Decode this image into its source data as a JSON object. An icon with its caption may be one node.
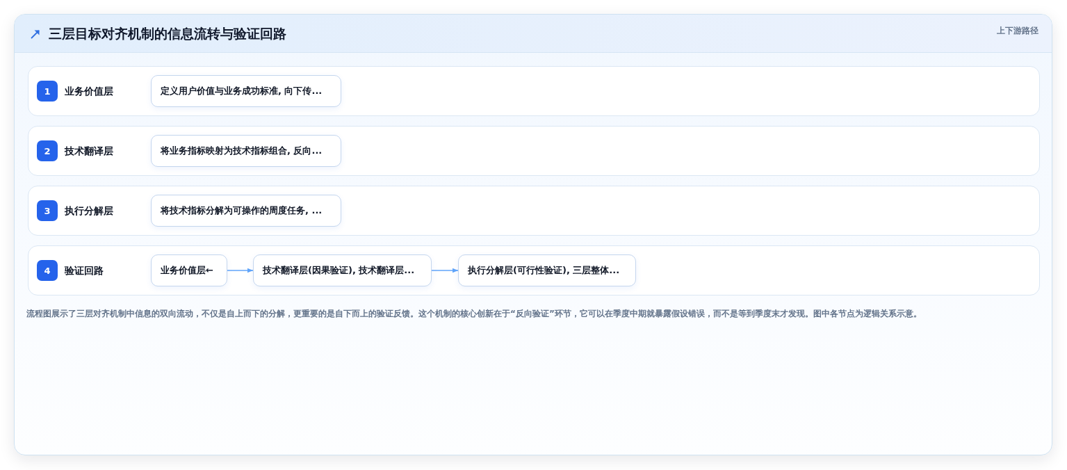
{
  "diagram": {
    "title": "三层目标对齐机制的信息流转与验证回路",
    "caption": "流程图展示了三层对齐机制中信息的双向流动，不仅是自上而下的分解，更重要的是自下而上的验证反馈。这个机制的核心创新在于“反向验证”环节，它可以在季度中期就暴露假设错误，而不是等到季度末才发现。图中各节点为逻辑关系示意。",
    "nodes": [
      {
        "text": [
          "业务价值层"
        ]
      },
      {
        "text": [
          "1"
        ],
        "in": 0
      },
      {
        "text": [
          "定义用户价值与业务成功标准, 向下传..."
        ],
        "in": 0
      },
      {
        "text": [
          "技术翻译层"
        ]
      },
      {
        "text": [
          "2"
        ],
        "in": 3
      },
      {
        "text": [
          "将业务指标映射为技术指标组合, 反向..."
        ],
        "in": 3
      },
      {
        "text": [
          "执行分解层"
        ]
      },
      {
        "text": [
          "3"
        ],
        "in": 6
      },
      {
        "text": [
          "将技术指标分解为可操作的周度任务, ..."
        ],
        "in": 6
      },
      {
        "text": [
          "验证回路"
        ]
      },
      {
        "text": [
          "4"
        ],
        "in": 9
      },
      {
        "text": [
          "业务价值层←"
        ],
        "in": 9
      },
      {
        "text": [
          "技术翻译层(因果验证), 技术翻译层..."
        ],
        "in": 9
      },
      {
        "text": [
          "执行分解层(可行性验证), 三层整体..."
        ],
        "in": 9
      }
    ],
    "edges": [
      {
        "from": 11,
        "to": 12,
        "arrow": "to"
      },
      {
        "from": 12,
        "to": 13,
        "arrow": "to"
      }
    ],
    "labels": [
      "上下游路径"
    ]
  }
}
